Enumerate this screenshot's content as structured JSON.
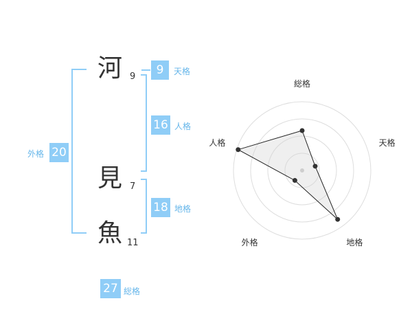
{
  "name": {
    "characters": [
      {
        "char": "河",
        "strokes": "9"
      },
      {
        "char": "見",
        "strokes": "7"
      },
      {
        "char": "魚",
        "strokes": "11"
      }
    ]
  },
  "fortune": {
    "tenkaku": {
      "value": "9",
      "label": "天格"
    },
    "jinkaku": {
      "value": "16",
      "label": "人格"
    },
    "chikaku": {
      "value": "18",
      "label": "地格"
    },
    "gaikaku": {
      "value": "20",
      "label": "外格"
    },
    "soukaku": {
      "value": "27",
      "label": "総格"
    }
  },
  "colors": {
    "accent": "#8fcdf7",
    "label": "#66b6ea",
    "text": "#333333"
  },
  "chart_data": {
    "type": "radar",
    "axes": [
      "総格",
      "天格",
      "地格",
      "外格",
      "人格"
    ],
    "values": [
      0.58,
      0.2,
      0.88,
      0.18,
      0.98
    ],
    "range": [
      0,
      1
    ],
    "rings": 4,
    "grid": true
  }
}
